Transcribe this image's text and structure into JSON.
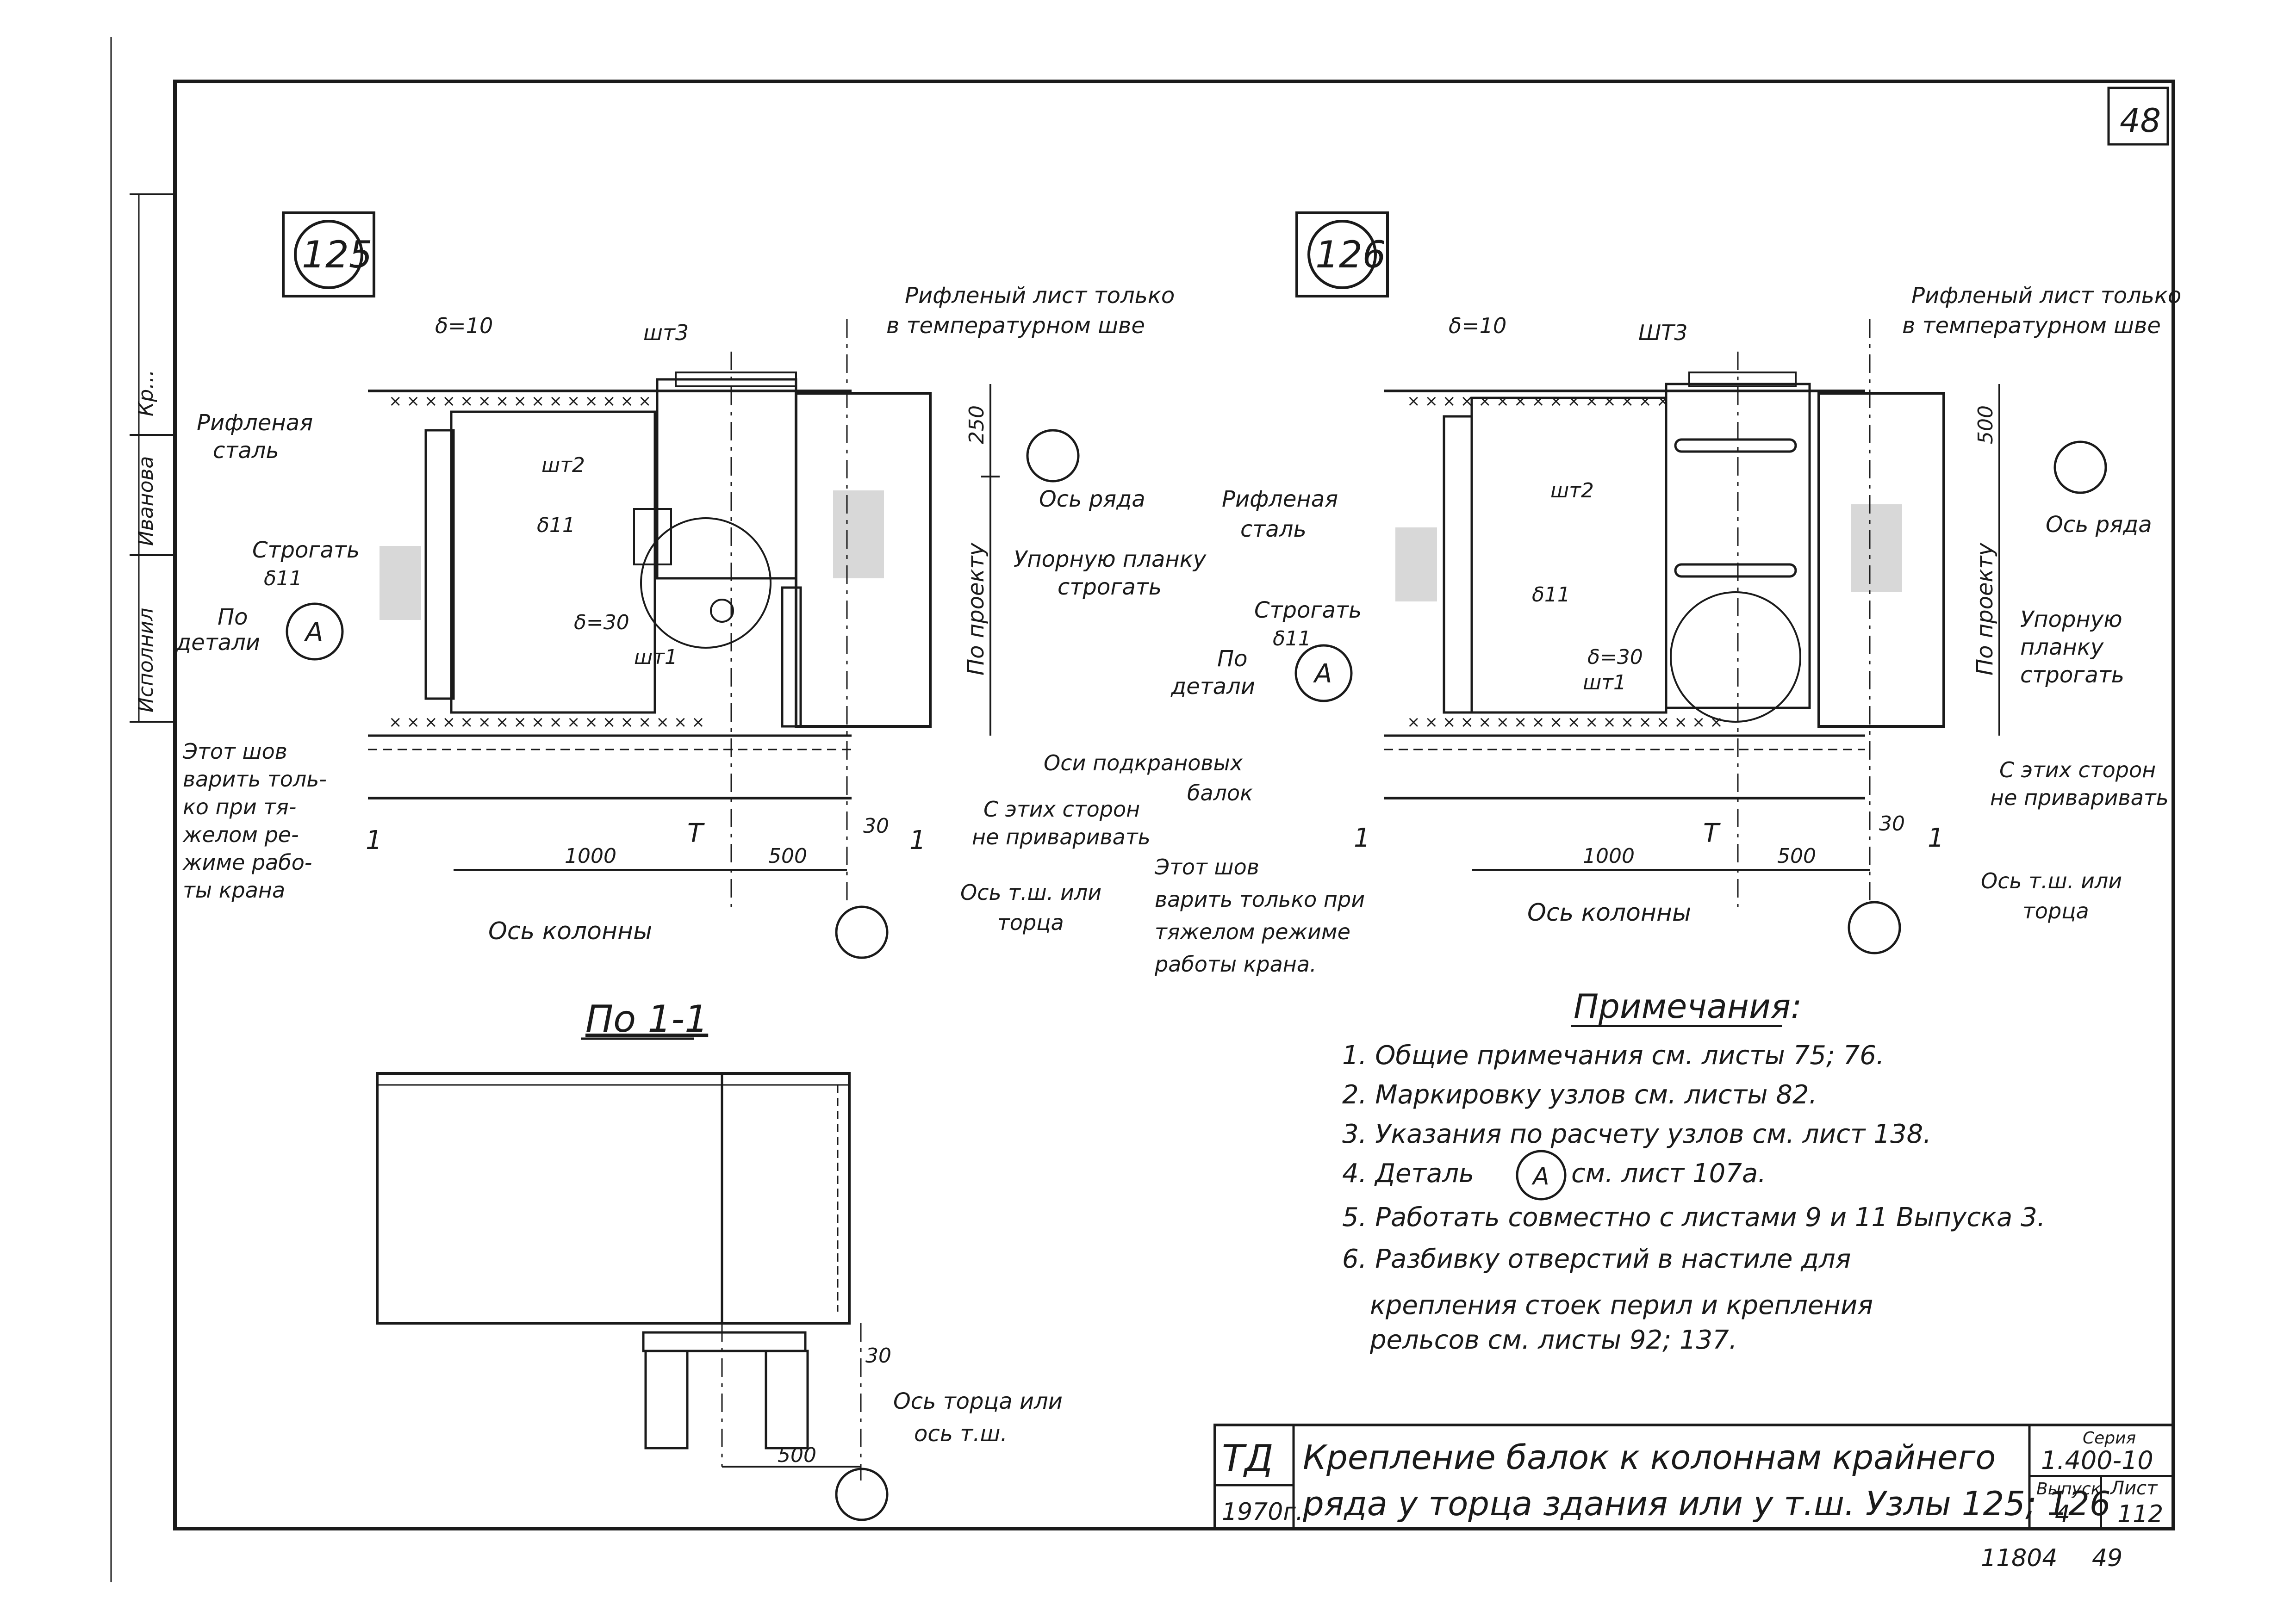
{
  "sheet": {
    "number_corner": "48",
    "bottom_codes": [
      "11804",
      "49"
    ]
  },
  "side_stamp": {
    "labels": [
      "Исполнил",
      "Иванова",
      "Кр..."
    ]
  },
  "node125": {
    "badge": "125",
    "labels": {
      "delta10": "δ=10",
      "sht3": "шт3",
      "riflen_list_1": "Рифленый лист только",
      "riflen_list_2": "в температурном шве",
      "riflen_stal_1": "Рифленая",
      "riflen_stal_2": "сталь",
      "sht2": "шт2",
      "delta11": "δ11",
      "strogat": "Строгать",
      "strogat_delta": "δ11",
      "po": "По",
      "detali": "детали",
      "detail_A": "А",
      "delta30": "δ=30",
      "sht1": "шт1",
      "dim250": "250",
      "os_ryada": "Ось ряда",
      "po_proektu": "По проекту",
      "upornuyu_1": "Упорную планку",
      "upornuyu_2": "строгать",
      "etot_shov": [
        "Этот шов",
        "варить толь-",
        "ко при тя-",
        "желом ре-",
        "жиме рабо-",
        "ты крана"
      ],
      "section_mark": "1",
      "dim1000": "1000",
      "dim500": "500",
      "dim30": "30",
      "T": "Т",
      "os_kolonny": "Ось колонны",
      "osi_podkran_1": "Оси подкрановых",
      "osi_podkran_2": "балок",
      "s_etih_1": "С этих сторон",
      "s_etih_2": "не приваривать",
      "os_tsh_1": "Ось т.ш. или",
      "os_tsh_2": "торца"
    }
  },
  "node126": {
    "badge": "126",
    "labels": {
      "delta10": "δ=10",
      "sht3": "ШТ3",
      "riflen_list_1": "Рифленый лист только",
      "riflen_list_2": "в температурном шве",
      "riflen_stal_1": "Рифленая",
      "riflen_stal_2": "сталь",
      "sht2": "шт2",
      "delta11": "δ11",
      "strogat": "Строгать",
      "strogat_delta": "δ11",
      "po": "По",
      "detali": "детали",
      "detail_A": "А",
      "delta30": "δ=30",
      "sht1": "шт1",
      "dim500v": "500",
      "os_ryada": "Ось ряда",
      "po_proektu": "По проекту",
      "upornuyu_1": "Упорную",
      "upornuyu_2": "планку",
      "upornuyu_3": "строгать",
      "etot_shov": [
        "Этот шов",
        "варить только при",
        "тяжелом режиме",
        "работы крана."
      ],
      "section_mark": "1",
      "dim1000": "1000",
      "dim500": "500",
      "dim30": "30",
      "T": "Т",
      "os_kolonny": "Ось колонны",
      "s_etih_1": "С этих сторон",
      "s_etih_2": "не приваривать",
      "os_tsh_1": "Ось т.ш. или",
      "os_tsh_2": "торца"
    }
  },
  "section11": {
    "title": "По 1-1",
    "dim30": "30",
    "dim500": "500",
    "os_tortsa_1": "Ось торца или",
    "os_tortsa_2": "ось т.ш."
  },
  "notes": {
    "title": "Примечания:",
    "items": [
      "1. Общие примечания см. листы 75; 76.",
      "2. Маркировку узлов см. листы 82.",
      "3. Указания по расчету узлов см. лист 138.",
      "4. Деталь",
      "5. Работать совместно с листами 9 и 11 Выпуска 3.",
      "6. Разбивку отверстий в настиле для"
    ],
    "item4_A": "А",
    "item4_tail": "см. лист 107а.",
    "item6_cont": [
      "крепления стоек перил и крепления",
      "рельсов см. листы 92; 137."
    ]
  },
  "title_block": {
    "logo": "ТД",
    "year": "1970г.",
    "title_1": "Крепление балок к колоннам крайнего",
    "title_2": "ряда у торца здания или у т.ш. Узлы 125; 126",
    "seria_label": "Серия",
    "seria_value": "1.400-10",
    "vypusk_label": "Выпуск",
    "vypusk_value": "4",
    "list_label": "Лист",
    "list_value": "112"
  }
}
